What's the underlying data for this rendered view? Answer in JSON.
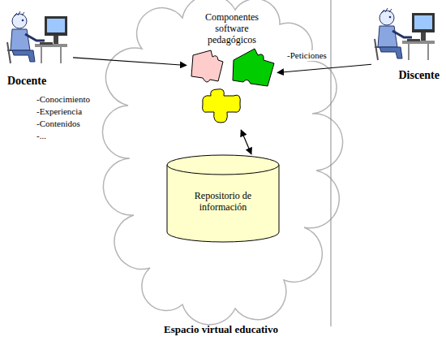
{
  "diagram": {
    "caption": "Espacio virtual educativo",
    "nodes": [
      {
        "text": [
          "Docente"
        ]
      },
      {
        "text": [
          "Componentes software pedagógicos"
        ]
      },
      {
        "text": [
          "Repositorio de información"
        ]
      },
      {
        "text": [
          "Discente"
        ]
      }
    ],
    "edges": [
      {
        "from": 0,
        "to": 1,
        "arrow": "to"
      },
      {
        "from": 3,
        "to": 1,
        "label": "-Peticiones",
        "arrow": "to"
      },
      {
        "from": 1,
        "to": 2,
        "arrow": "both"
      }
    ],
    "labels": [
      "-Conocimiento",
      "-Experiencia",
      "-Contenidos",
      "-..."
    ]
  }
}
